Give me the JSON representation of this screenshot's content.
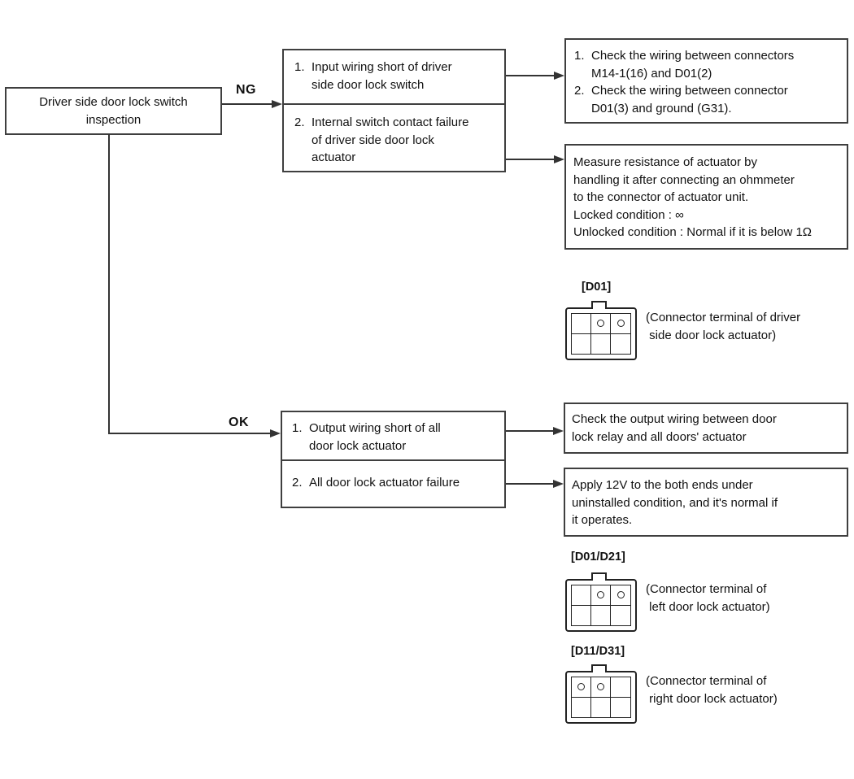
{
  "flow": {
    "start_box": {
      "text": "Driver side door lock switch\ninspection"
    },
    "ng_label": "NG",
    "ok_label": "OK",
    "ng_causes": {
      "items": [
        {
          "num": "1.",
          "text": "Input wiring short of driver\nside door lock switch"
        },
        {
          "num": "2.",
          "text": "Internal switch contact failure\nof driver side door lock\nactuator"
        }
      ]
    },
    "ng_actions": {
      "wiring_check": {
        "items": [
          {
            "num": "1.",
            "text": "Check the wiring between connectors\nM14-1(16) and D01(2)"
          },
          {
            "num": "2.",
            "text": "Check the wiring between connector\nD01(3) and ground (G31)."
          }
        ]
      },
      "resistance_check": {
        "text": "Measure resistance of actuator by\nhandling it after connecting an ohmmeter\nto the connector of actuator unit.\nLocked condition : ∞\nUnlocked condition : Normal if it is below 1Ω"
      }
    },
    "ok_causes": {
      "items": [
        {
          "num": "1.",
          "text": "Output wiring short of all\ndoor lock actuator"
        },
        {
          "num": "2.",
          "text": "All door lock actuator failure"
        }
      ]
    },
    "ok_actions": {
      "output_wiring_check": {
        "text": "Check the output wiring between door\nlock relay and all doors' actuator"
      },
      "apply_12v_check": {
        "text": "Apply 12V to the both ends under\nuninstalled condition, and it's normal if\nit operates."
      }
    }
  },
  "connectors": [
    {
      "label": "[D01]",
      "caption": "(Connector terminal of driver\n side door lock actuator)",
      "pins": [
        [
          0,
          1
        ],
        [
          0,
          2
        ]
      ]
    },
    {
      "label": "[D01/D21]",
      "caption": "(Connector terminal of\n left door lock actuator)",
      "pins": [
        [
          0,
          1
        ],
        [
          0,
          2
        ]
      ]
    },
    {
      "label": "[D11/D31]",
      "caption": "(Connector terminal of\n right door lock actuator)",
      "pins": [
        [
          0,
          0
        ],
        [
          0,
          1
        ]
      ]
    }
  ],
  "colors": {
    "line": "#333333",
    "border": "#3f3f3f",
    "text": "#111111",
    "background": "#ffffff"
  }
}
